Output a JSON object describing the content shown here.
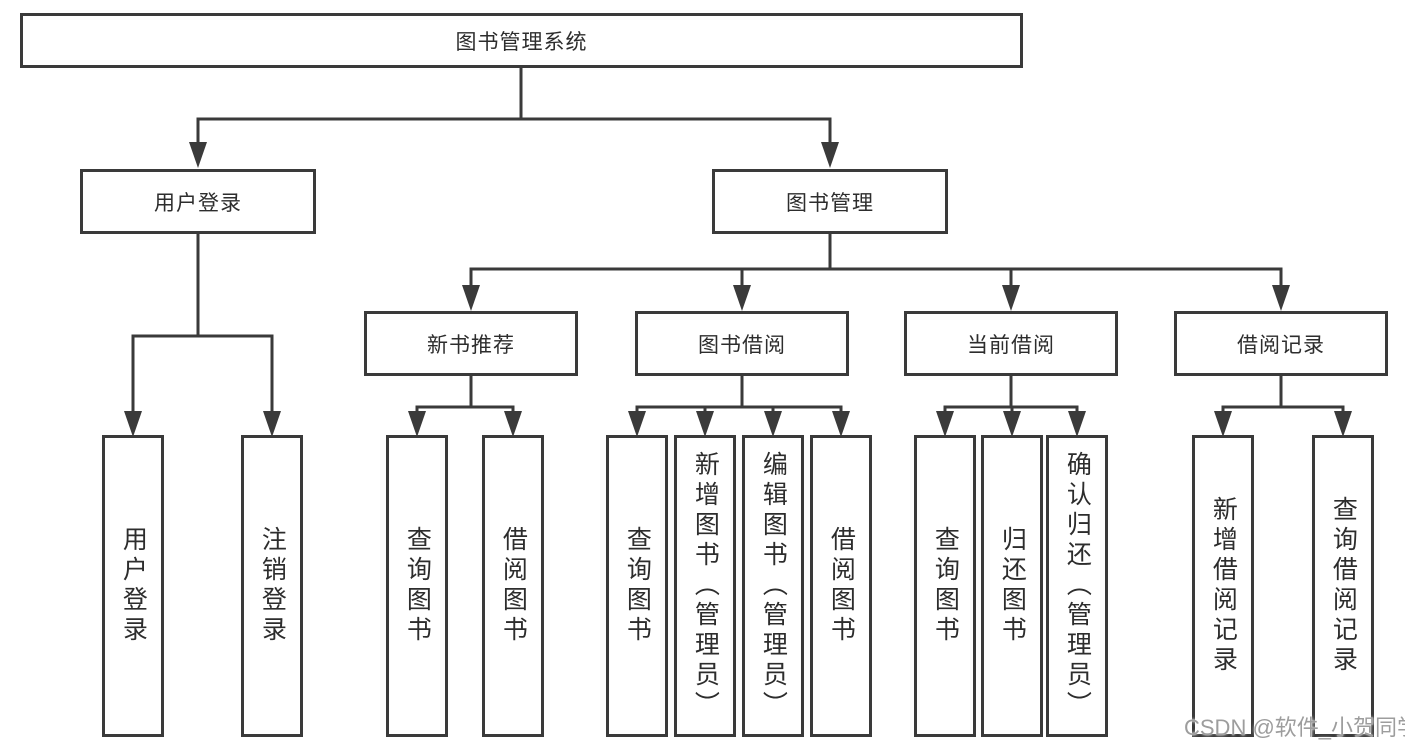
{
  "tree": {
    "root": {
      "label": "图书管理系统"
    },
    "children": [
      {
        "label": "用户登录",
        "children": [
          {
            "label": "用户登录"
          },
          {
            "label": "注销登录"
          }
        ]
      },
      {
        "label": "图书管理",
        "children": [
          {
            "label": "新书推荐",
            "children": [
              {
                "label": "查询图书"
              },
              {
                "label": "借阅图书"
              }
            ]
          },
          {
            "label": "图书借阅",
            "children": [
              {
                "label": "查询图书"
              },
              {
                "label": "新增图书（管理员）"
              },
              {
                "label": "编辑图书（管理员）"
              },
              {
                "label": "借阅图书"
              }
            ]
          },
          {
            "label": "当前借阅",
            "children": [
              {
                "label": "查询图书"
              },
              {
                "label": "归还图书"
              },
              {
                "label": "确认归还（管理员）"
              }
            ]
          },
          {
            "label": "借阅记录",
            "children": [
              {
                "label": "新增借阅记录"
              },
              {
                "label": "查询借阅记录"
              }
            ]
          }
        ]
      }
    ]
  },
  "watermark": {
    "text": "CSDN @软件_小贺同学"
  },
  "colors": {
    "line": "#3a3a3a",
    "border": "#3a3a3a",
    "text": "#2d2d2d",
    "watermark": "#9d9d9d",
    "background": "#ffffff"
  }
}
